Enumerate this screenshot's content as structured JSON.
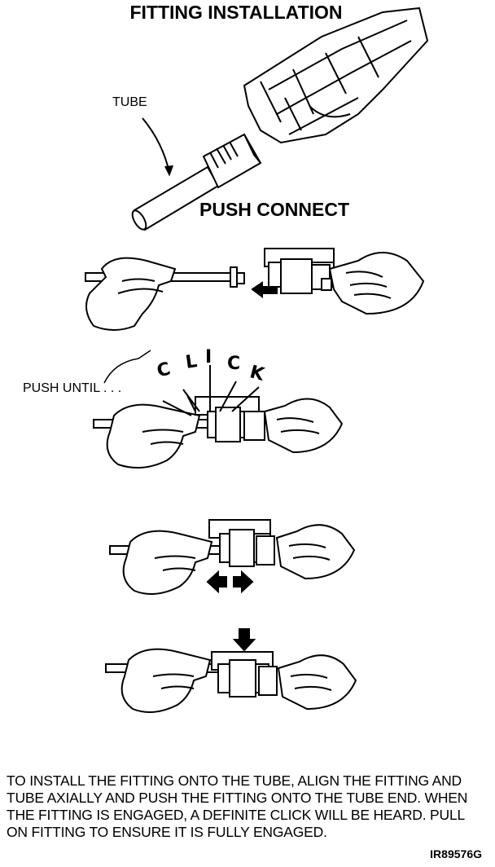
{
  "title": "FITTING INSTALLATION",
  "labels": {
    "tube": "TUBE",
    "push_connect": "PUSH CONNECT",
    "push_until": "PUSH UNTIL . . .",
    "click_letters": [
      "C",
      "L",
      "I",
      "C",
      "K"
    ]
  },
  "instructions": "TO INSTALL THE FITTING ONTO THE TUBE, ALIGN THE FITTING AND TUBE AXIALLY AND PUSH THE FITTING ONTO THE TUBE END.  WHEN THE FITTING IS ENGAGED, A DEFINITE CLICK WILL BE HEARD.  PULL ON FITTING TO ENSURE IT IS FULLY ENGAGED.",
  "figure_id": "IR89576G"
}
